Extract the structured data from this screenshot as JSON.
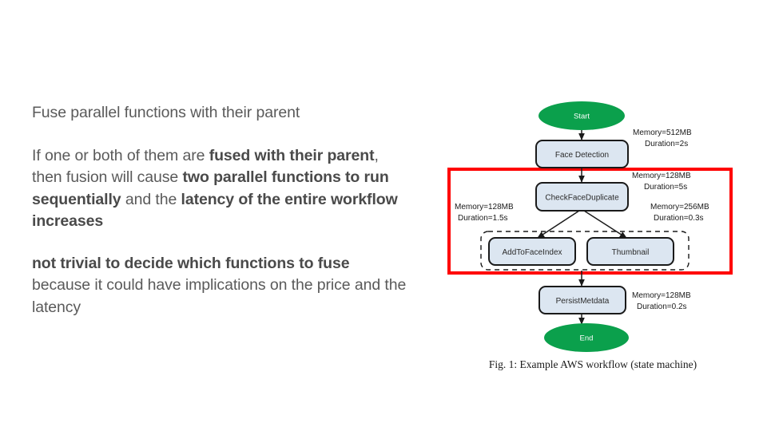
{
  "slide": {
    "paragraphs": [
      {
        "id": "p1",
        "runs": [
          {
            "text": "Fuse parallel functions with their parent",
            "bold": false
          }
        ]
      },
      {
        "id": "p2",
        "runs": [
          {
            "text": "If one or both of them are ",
            "bold": false
          },
          {
            "text": "fused with their parent",
            "bold": true
          },
          {
            "text": ", then fusion will cause ",
            "bold": false
          },
          {
            "text": "two parallel functions to run sequentially",
            "bold": true
          },
          {
            "text": " and the ",
            "bold": false
          },
          {
            "text": "latency of the entire workflow increases",
            "bold": true
          }
        ]
      },
      {
        "id": "p3",
        "runs": [
          {
            "text": "not trivial to decide which functions to fuse",
            "bold": true
          },
          {
            "text": " because it could have implications on the price and the latency",
            "bold": false
          }
        ]
      }
    ],
    "text_color": "#5a5a5a",
    "bold_color": "#4a4a4a"
  },
  "figure": {
    "caption": "Fig. 1: Example AWS workflow (state machine)",
    "colors": {
      "terminal_fill": "#0BA04C",
      "task_fill": "#DCE6F1",
      "task_stroke": "#1A1A1A",
      "highlight_box": "#FF0000",
      "parallel_box_stroke": "#1A1A1A",
      "arrow": "#1A1A1A"
    },
    "nodes": [
      {
        "id": "start",
        "label": "Start",
        "type": "terminal"
      },
      {
        "id": "face-detection",
        "label": "Face Detection",
        "type": "task"
      },
      {
        "id": "check-face-duplicate",
        "label": "CheckFaceDuplicate",
        "type": "task"
      },
      {
        "id": "add-to-face-index",
        "label": "AddToFaceIndex",
        "type": "task"
      },
      {
        "id": "thumbnail",
        "label": "Thumbnail",
        "type": "task"
      },
      {
        "id": "persist-metdata",
        "label": "PersistMetdata",
        "type": "task"
      },
      {
        "id": "end",
        "label": "End",
        "type": "terminal"
      }
    ],
    "annotations": [
      {
        "id": "ann-face-detection",
        "memory": "Memory=512MB",
        "duration": "Duration=2s"
      },
      {
        "id": "ann-check-face-duplicate",
        "memory": "Memory=128MB",
        "duration": "Duration=5s"
      },
      {
        "id": "ann-add-to-face-index",
        "memory": "Memory=128MB",
        "duration": "Duration=1.5s"
      },
      {
        "id": "ann-thumbnail",
        "memory": "Memory=256MB",
        "duration": "Duration=0.3s"
      },
      {
        "id": "ann-persist-metdata",
        "memory": "Memory=128MB",
        "duration": "Duration=0.2s"
      }
    ]
  }
}
